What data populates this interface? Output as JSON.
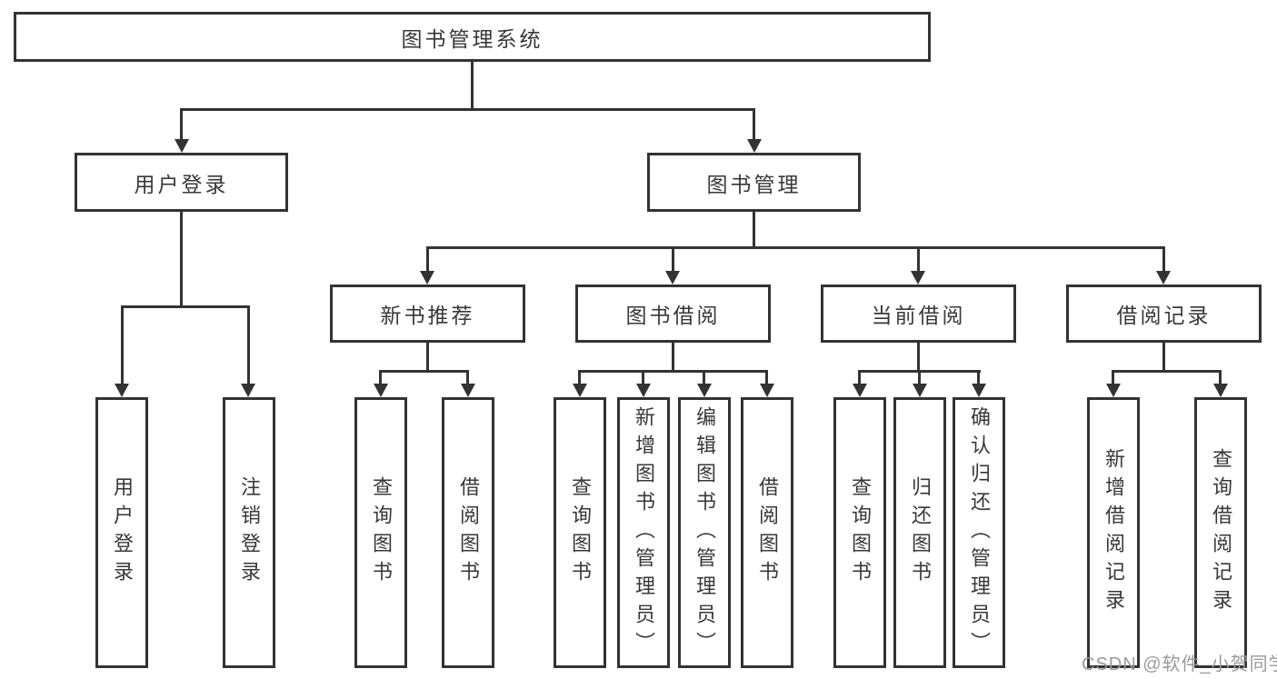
{
  "tree": {
    "root": {
      "label": "图书管理系统"
    },
    "branches": [
      {
        "label": "用户登录",
        "children": [
          {
            "label": "用户登录"
          },
          {
            "label": "注销登录"
          }
        ]
      },
      {
        "label": "图书管理",
        "groups": [
          {
            "label": "新书推荐",
            "children": [
              {
                "label": "查询图书"
              },
              {
                "label": "借阅图书"
              }
            ]
          },
          {
            "label": "图书借阅",
            "children": [
              {
                "label": "查询图书"
              },
              {
                "label": "新增图书（管理员）"
              },
              {
                "label": "编辑图书（管理员）"
              },
              {
                "label": "借阅图书"
              }
            ]
          },
          {
            "label": "当前借阅",
            "children": [
              {
                "label": "查询图书"
              },
              {
                "label": "归还图书"
              },
              {
                "label": "确认归还（管理员）"
              }
            ]
          },
          {
            "label": "借阅记录",
            "children": [
              {
                "label": "新增借阅记录"
              },
              {
                "label": "查询借阅记录"
              }
            ]
          }
        ]
      }
    ]
  },
  "watermark": {
    "text": "CSDN @软件_小贺同学"
  },
  "colors": {
    "line": "#333333",
    "text": "#383838",
    "watermark": "#9a9a9a",
    "background": "#ffffff"
  }
}
